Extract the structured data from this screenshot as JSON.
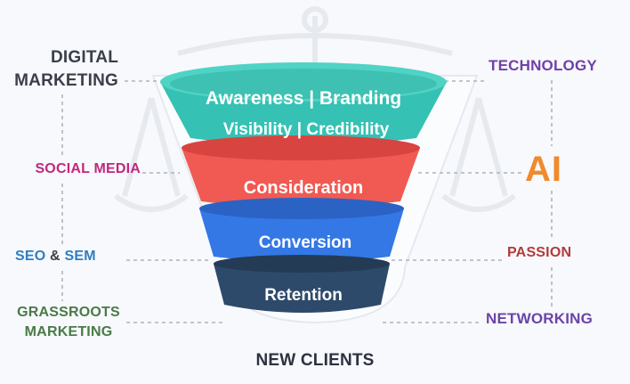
{
  "funnel": {
    "stage1_top": "Awareness | Branding",
    "stage1_bottom": "Visibility | Credibility",
    "stage2": "Consideration",
    "stage3": "Conversion",
    "stage4": "Retention"
  },
  "left_labels": {
    "digital_marketing_line1": "DIGITAL",
    "digital_marketing_line2": "MARKETING",
    "social_media": "SOCIAL MEDIA",
    "seo": "SEO",
    "amp": "&",
    "sem": "SEM",
    "grassroots_line1": "GRASSROOTS",
    "grassroots_line2": "MARKETING"
  },
  "right_labels": {
    "technology": "TECHNOLOGY",
    "ai": "AI",
    "passion": "PASSION",
    "networking": "NETWORKING"
  },
  "footer": {
    "new_clients": "NEW CLIENTS"
  },
  "colors": {
    "teal": "#35c1b4",
    "red": "#f05a53",
    "blue": "#3478e6",
    "navy": "#2e4a6a",
    "connector": "#aab4c4"
  }
}
